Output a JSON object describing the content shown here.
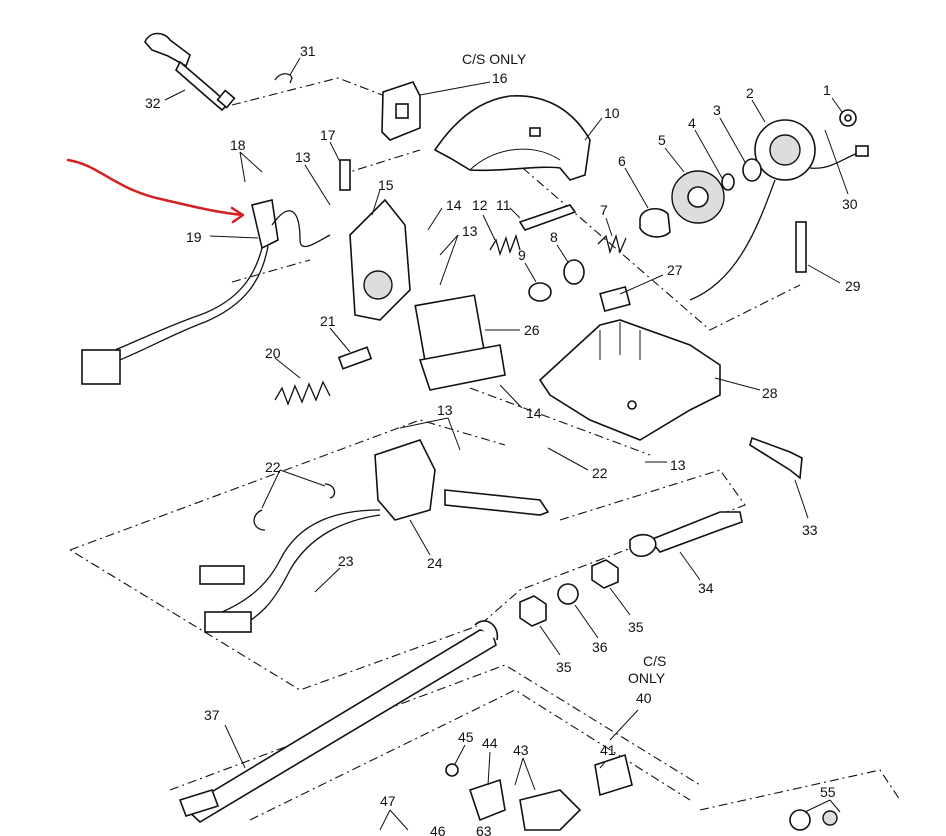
{
  "diagram": {
    "notes": {
      "cs_only_top": "C/S ONLY",
      "cs_only_bottom_line1": "C/S",
      "cs_only_bottom_line2": "ONLY"
    },
    "callouts": [
      {
        "id": "c1",
        "text": "1"
      },
      {
        "id": "c2",
        "text": "2"
      },
      {
        "id": "c3",
        "text": "3"
      },
      {
        "id": "c4",
        "text": "4"
      },
      {
        "id": "c5",
        "text": "5"
      },
      {
        "id": "c6",
        "text": "6"
      },
      {
        "id": "c7",
        "text": "7"
      },
      {
        "id": "c8",
        "text": "8"
      },
      {
        "id": "c9",
        "text": "9"
      },
      {
        "id": "c10",
        "text": "10"
      },
      {
        "id": "c11",
        "text": "11"
      },
      {
        "id": "c12",
        "text": "12"
      },
      {
        "id": "c13a",
        "text": "13"
      },
      {
        "id": "c13b",
        "text": "13"
      },
      {
        "id": "c13c",
        "text": "13"
      },
      {
        "id": "c13d",
        "text": "13"
      },
      {
        "id": "c14a",
        "text": "14"
      },
      {
        "id": "c14b",
        "text": "14"
      },
      {
        "id": "c15",
        "text": "15"
      },
      {
        "id": "c16",
        "text": "16"
      },
      {
        "id": "c17",
        "text": "17"
      },
      {
        "id": "c18",
        "text": "18"
      },
      {
        "id": "c19",
        "text": "19"
      },
      {
        "id": "c20",
        "text": "20"
      },
      {
        "id": "c21",
        "text": "21"
      },
      {
        "id": "c22a",
        "text": "22"
      },
      {
        "id": "c22b",
        "text": "22"
      },
      {
        "id": "c23",
        "text": "23"
      },
      {
        "id": "c24",
        "text": "24"
      },
      {
        "id": "c26",
        "text": "26"
      },
      {
        "id": "c27",
        "text": "27"
      },
      {
        "id": "c28",
        "text": "28"
      },
      {
        "id": "c29",
        "text": "29"
      },
      {
        "id": "c30",
        "text": "30"
      },
      {
        "id": "c31",
        "text": "31"
      },
      {
        "id": "c32",
        "text": "32"
      },
      {
        "id": "c33",
        "text": "33"
      },
      {
        "id": "c34",
        "text": "34"
      },
      {
        "id": "c35a",
        "text": "35"
      },
      {
        "id": "c35b",
        "text": "35"
      },
      {
        "id": "c36",
        "text": "36"
      },
      {
        "id": "c37",
        "text": "37"
      },
      {
        "id": "c40",
        "text": "40"
      },
      {
        "id": "c41",
        "text": "41"
      },
      {
        "id": "c43",
        "text": "43"
      },
      {
        "id": "c44",
        "text": "44"
      },
      {
        "id": "c45",
        "text": "45"
      },
      {
        "id": "c46",
        "text": "46"
      },
      {
        "id": "c47",
        "text": "47"
      },
      {
        "id": "c55",
        "text": "55"
      },
      {
        "id": "c63",
        "text": "63"
      }
    ],
    "colors": {
      "ink": "#111111",
      "paper": "#ffffff",
      "annotation_marker": "#d42020"
    }
  }
}
